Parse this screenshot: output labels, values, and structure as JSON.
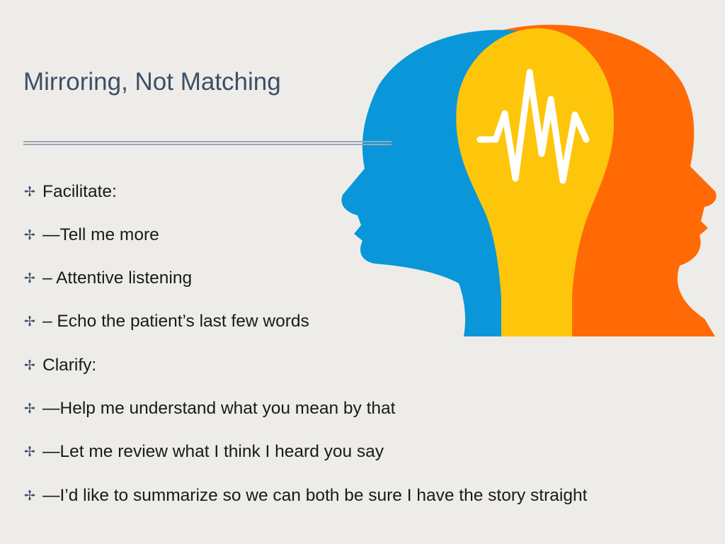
{
  "slide": {
    "title": "Mirroring, Not Matching",
    "bullet_icon": "four-point-star-cross",
    "bullets": [
      {
        "text": "Facilitate:"
      },
      {
        "text": "—Tell me more"
      },
      {
        "text": "– Attentive listening"
      },
      {
        "text": "– Echo the patient’s last few words"
      },
      {
        "text": "Clarify:"
      },
      {
        "text": "—Help me understand what you mean by that"
      },
      {
        "text": "—Let me review what I think I heard you say"
      },
      {
        "text": "—I’d like to summarize so we can both be sure I have the story straight"
      }
    ]
  },
  "illustration": {
    "icon": "two-heads-lightbulb-heartbeat-illustration",
    "colors": {
      "left_head": "#0a97d9",
      "right_head": "#ff6a06",
      "bulb": "#fec60a",
      "pulse": "#ffffff"
    }
  },
  "theme": {
    "background": "#eeece9",
    "title_color": "#3d4f66",
    "text_color": "#1a1a1a"
  }
}
